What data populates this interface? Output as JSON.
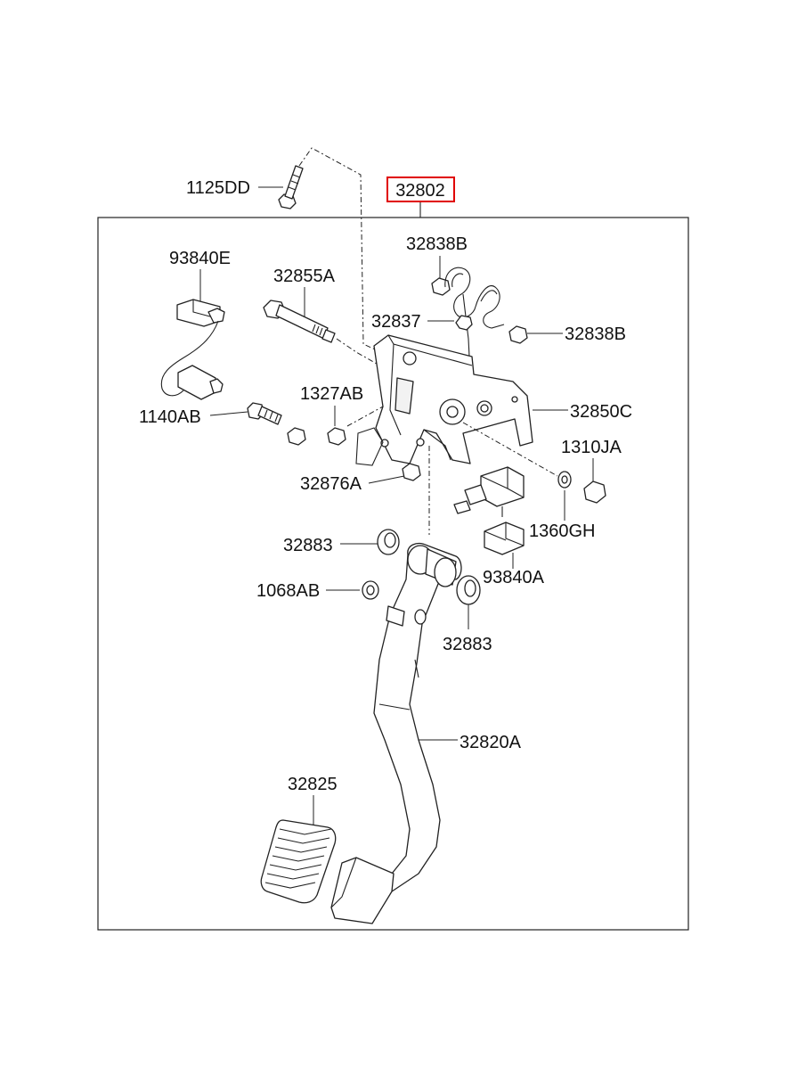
{
  "highlight_color": "#e00000",
  "assembly": {
    "number": "32802"
  },
  "callouts": {
    "c1125DD": "1125DD",
    "c93840E": "93840E",
    "c32855A": "32855A",
    "c32838B_top": "32838B",
    "c32837": "32837",
    "c32838B_right": "32838B",
    "c1327AB": "1327AB",
    "c1140AB": "1140AB",
    "c32850C": "32850C",
    "c1310JA": "1310JA",
    "c32876A": "32876A",
    "c1360GH": "1360GH",
    "c32883_left": "32883",
    "c93840A": "93840A",
    "c1068AB": "1068AB",
    "c32883_right": "32883",
    "c32820A": "32820A",
    "c32825": "32825"
  }
}
